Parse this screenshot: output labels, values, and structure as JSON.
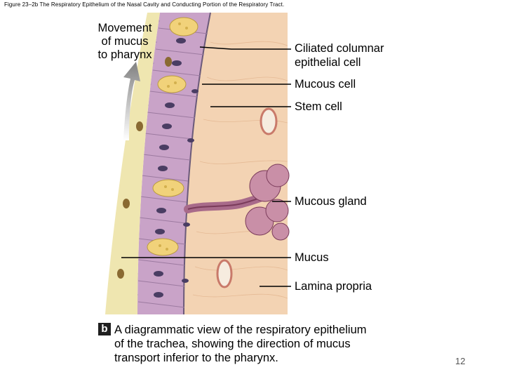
{
  "figure_title": "Figure 23–2b The Respiratory Epithelium of the Nasal Cavity and Conducting Portion of the Respiratory Tract.",
  "movement_label": "Movement\nof mucus\nto pharynx",
  "labels": {
    "ciliated": "Ciliated columnar\nepithelial cell",
    "mucous_cell": "Mucous cell",
    "stem_cell": "Stem cell",
    "mucous_gland": "Mucous gland",
    "mucus": "Mucus",
    "lamina_propria": "Lamina propria"
  },
  "caption_badge": "b",
  "caption": "A diagrammatic view of the respiratory epithelium\nof the trachea, showing the direction of mucus\ntransport inferior to the pharynx.",
  "page_number": "12",
  "colors": {
    "mucus_layer": "#efe6b0",
    "epithelium": "#c9a3c8",
    "nucleus": "#4a3d63",
    "goblet": "#f1d27a",
    "lamina_propria": "#f3d3b3",
    "gland": "#c98fa7",
    "arrow": "#8a8a8a"
  }
}
